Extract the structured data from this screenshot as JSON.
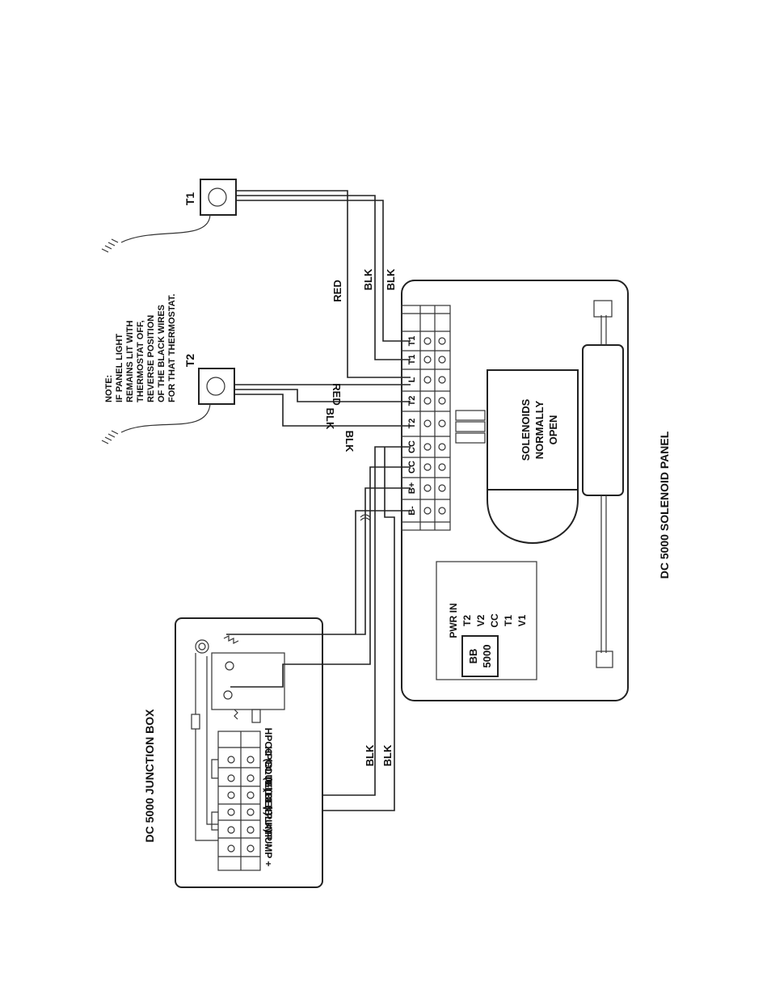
{
  "thermostats": {
    "t1_label": "T1",
    "t2_label": "T2"
  },
  "note": {
    "lines": [
      "NOTE:",
      "IF PANEL LIGHT",
      "REMAINS LIT WITH",
      "THERMOSTAT OFF,",
      "REVERSE POSITION",
      "OF THE BLACK WIRES",
      "FOR THAT THERMOSTAT."
    ]
  },
  "wires": {
    "t1_red": "RED",
    "t1_blk_a": "BLK",
    "t1_blk_b": "BLK",
    "t2_red": "RED",
    "t2_blk_a": "BLK",
    "t2_blk_b": "BLK",
    "jb_blk_a": "BLK",
    "jb_blk_b": "BLK"
  },
  "solenoid_panel": {
    "title": "DC 5000  SOLENOID PANEL",
    "terminals": [
      "T1",
      "T1",
      "L",
      "T2",
      "T2",
      "CC",
      "CC",
      "B+",
      "B-"
    ],
    "solenoid_label": [
      "SOLENOIDS",
      "NORMALLY",
      "OPEN"
    ],
    "bb_label": [
      "BB",
      "5000"
    ],
    "pwr_list": [
      "PWR IN",
      "T2",
      "V2",
      "CC",
      "T1",
      "V1"
    ]
  },
  "junction_box": {
    "title": "DC 5000 JUNCTION BOX",
    "terminals": [
      "HPCO (BLUE)",
      "HPCO (BLUE)",
      "T1 (BLK)",
      "T1 (BLK)",
      "PUMP -",
      "PUMP +"
    ]
  }
}
